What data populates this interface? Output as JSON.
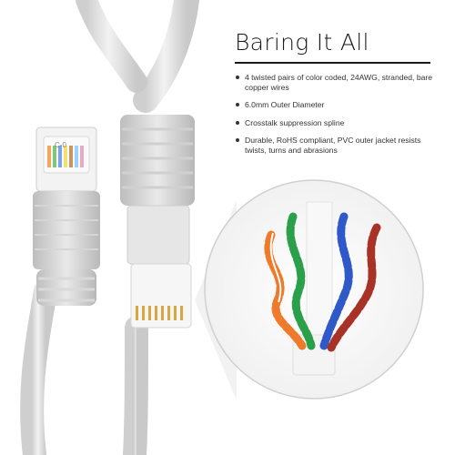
{
  "heading": "Baring It All",
  "features": [
    "4 twisted pairs of color coded, 24AWG, stranded, bare copper wires",
    "6.0mm Outer Diameter",
    "Crosstalk suppression spline",
    "Durable, RoHS compliant, PVC outer jacket resists twists, turns and abrasions"
  ],
  "connector_label": "C-0",
  "colors": {
    "cable": "#e4e4e4",
    "wire_orange": "#ee7a2a",
    "wire_green": "#2aa04a",
    "wire_blue": "#2f58c8",
    "wire_brown": "#a83226"
  }
}
